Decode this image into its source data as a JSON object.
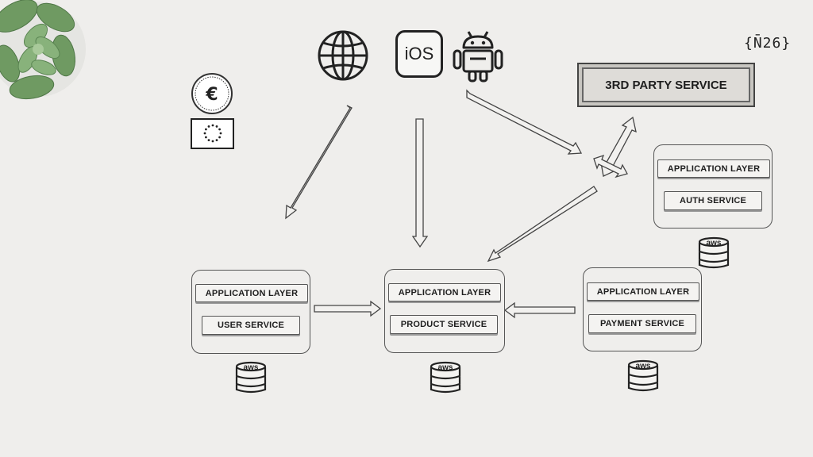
{
  "brand": {
    "logo_text": "{N̄26}"
  },
  "clients": {
    "ios_label": "iOS"
  },
  "third_party": {
    "label": "3RD PARTY SERVICE"
  },
  "services": {
    "user": {
      "layer": "APPLICATION LAYER",
      "name": "USER SERVICE"
    },
    "product": {
      "layer": "APPLICATION LAYER",
      "name": "PRODUCT SERVICE"
    },
    "payment": {
      "layer": "APPLICATION LAYER",
      "name": "PAYMENT SERVICE"
    },
    "auth": {
      "layer": "APPLICATION LAYER",
      "name": "AUTH SERVICE"
    }
  },
  "db_label": "aws",
  "icons": [
    "plant-decoration",
    "euro-coin-icon",
    "eu-flag-icon",
    "globe-icon",
    "ios-icon",
    "android-icon",
    "aws-database-icon"
  ]
}
